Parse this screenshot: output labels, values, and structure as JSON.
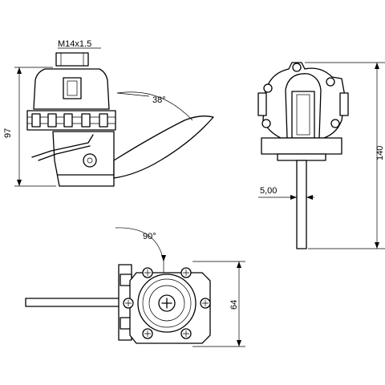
{
  "dimensions": {
    "thread": "M14x1.5",
    "angle_lever": "38°",
    "height": "97",
    "total_height": "140",
    "lever_thickness": "5,00",
    "angle_rotation": "90°",
    "flange_width": "64"
  },
  "colors": {
    "line": "#000000",
    "background": "#ffffff"
  }
}
